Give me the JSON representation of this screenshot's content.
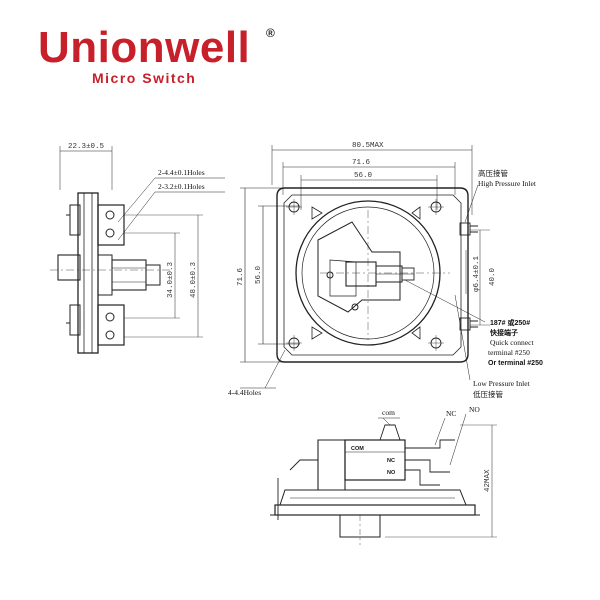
{
  "brand": {
    "name": "Unionwell",
    "registered": "®",
    "tagline": "Micro Switch",
    "color": "#c8202b"
  },
  "side_view": {
    "dim_width": "22.3±0.5",
    "holes_a": "2-4.4±0.1Holes",
    "holes_b": "2-3.2±0.1Holes",
    "dim_inner": "34.0±0.3",
    "dim_outer": "48.0±0.3"
  },
  "front_view": {
    "dim_max": "80.5MAX",
    "dim_716_top": "71.6",
    "dim_56_top": "56.0",
    "dim_716_left": "71.6",
    "dim_56_left": "56.0",
    "dim_40": "40.0",
    "dim_64": "φ6.4±0.1",
    "holes": "4-4.4Holes",
    "high_cn": "高压接管",
    "high_en": "High Pressure Inlet",
    "terminal_cn": "187# 或250#",
    "terminal_cn2": "快接端子",
    "terminal_en1": "Quick connect",
    "terminal_en2": "terminal #250",
    "terminal_en3": "Or terminal #250",
    "low_en": "Low Pressure Inlet",
    "low_cn": "低压接管"
  },
  "bottom_view": {
    "com": "com",
    "nc": "NC",
    "no": "NO",
    "com_tag": "COM",
    "nc_tag": "NC",
    "no_tag": "NO",
    "dim_height": "42MAX"
  }
}
